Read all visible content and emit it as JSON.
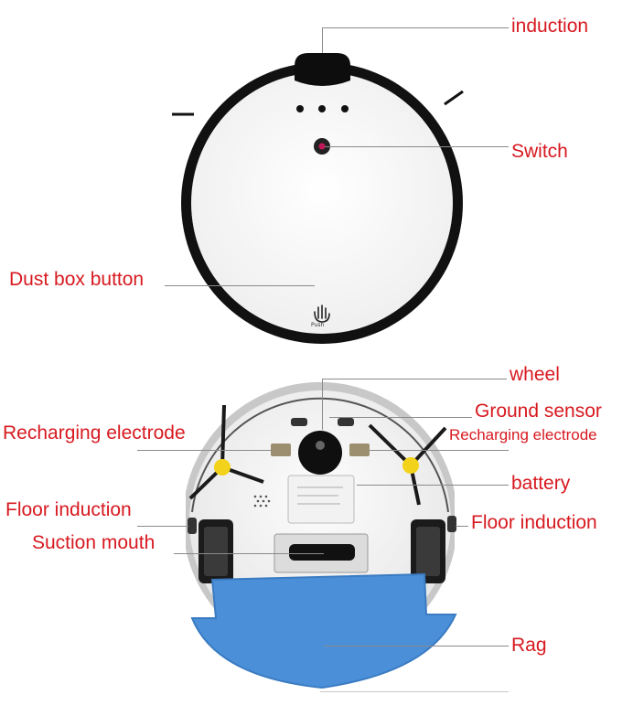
{
  "labels": {
    "top": {
      "induction": "induction",
      "switch": "Switch",
      "dust_box_button": "Dust box button"
    },
    "bottom": {
      "wheel": "wheel",
      "ground_sensor": "Ground sensor",
      "recharging_electrode_left": "Recharging electrode",
      "recharging_electrode_right": "Recharging electrode",
      "battery": "battery",
      "floor_induction_left": "Floor induction",
      "floor_induction_right": "Floor induction",
      "suction_mouth": "Suction mouth",
      "rag": "Rag"
    }
  },
  "device_text": {
    "push_mark": "Push"
  },
  "colors": {
    "label_red": "#d71920",
    "leader_gray": "#8a8a8a",
    "body_black": "#111111",
    "body_white": "#fbfbfb",
    "rag_blue": "#4a8fd8",
    "brush_yellow": "#f2d21b"
  }
}
